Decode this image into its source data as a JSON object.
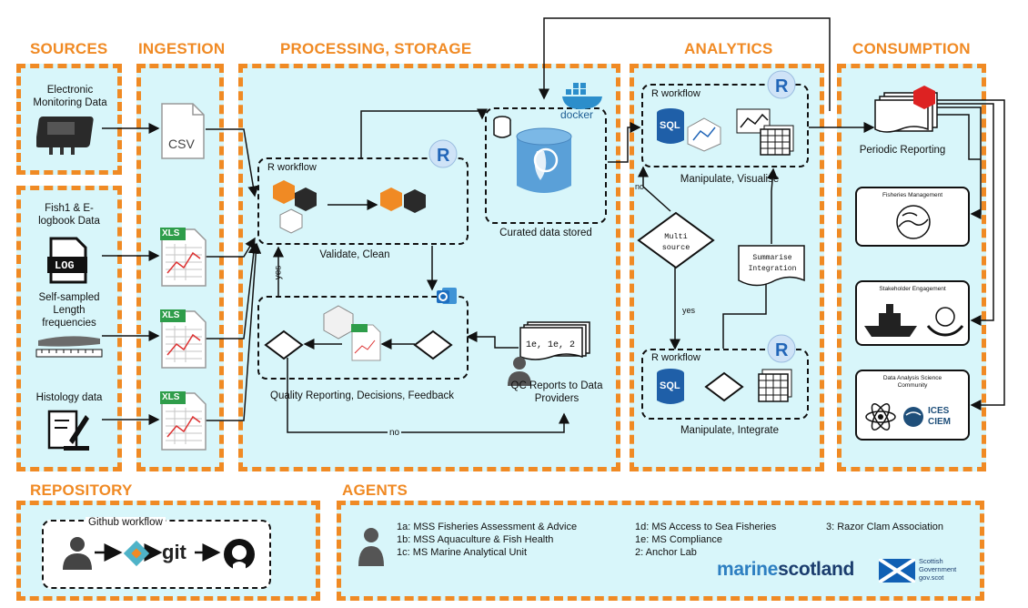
{
  "headers": {
    "sources": "SOURCES",
    "ingestion": "INGESTION",
    "processing": "PROCESSING, STORAGE",
    "analytics": "ANALYTICS",
    "consumption": "CONSUMPTION",
    "repository": "REPOSITORY",
    "agents": "AGENTS"
  },
  "sources": {
    "electronic": "Electronic Monitoring Data",
    "fish1": "Fish1 & E-logbook Data",
    "log_icon": "LOG",
    "selfsampled": "Self-sampled Length frequencies",
    "histology": "Histology data"
  },
  "ingestion": {
    "csv": "CSV",
    "xls": "XLS"
  },
  "processing": {
    "r_workflow": "R workflow",
    "validate": "Validate, Clean",
    "docker": "docker",
    "curated": "Curated data stored",
    "quality": "Quality Reporting, Decisions, Feedback",
    "qc_doc": "1e, 1e, 2",
    "qc_reports": "QC Reports to Data Providers",
    "yes": "yes",
    "no": "no"
  },
  "analytics": {
    "r_workflow": "R workflow",
    "sql": "SQL",
    "manipulate_visualise": "Manipulate, Visualise",
    "multi_source": "Multi source",
    "summarise": "Summarise Integration",
    "yes": "yes",
    "no": "no",
    "manipulate_integrate": "Manipulate, Integrate"
  },
  "consumption": {
    "periodic": "Periodic Reporting",
    "fisheries": "Fisheries Management",
    "stakeholder": "Stakeholder Engagement",
    "science": "Data Analysis Science Community",
    "ices": "ICES CIEM"
  },
  "repository": {
    "github_workflow": "Github workflow",
    "git": "git"
  },
  "agents": {
    "col1": [
      "1a: MSS Fisheries Assessment & Advice",
      "1b: MSS Aquaculture & Fish Health",
      "1c: MS Marine Analytical Unit"
    ],
    "col2": [
      "1d: MS Access to Sea Fisheries",
      "1e: MS Compliance",
      "2: Anchor Lab"
    ],
    "col3": [
      "3: Razor Clam Association"
    ],
    "brand_marine": "marine",
    "brand_scotland": "scotland",
    "gov": "Scottish Government gov.scot"
  },
  "colors": {
    "accent": "#f08a24",
    "panel": "#d8f6fa",
    "r_blue": "#2266b8",
    "sql_blue": "#1f5fa8",
    "db_blue": "#5aa0d8",
    "xls_green": "#2e9d4a"
  },
  "icons": [
    "gps-device-icon",
    "log-file-icon",
    "ruler-icon",
    "microscope-icon",
    "csv-file-icon",
    "xls-file-icon",
    "r-logo-icon",
    "database-icon",
    "docker-icon",
    "outlook-icon",
    "sql-icon",
    "table-icon",
    "chart-icon",
    "person-icon",
    "git-icon",
    "github-icon",
    "scotland-flag-icon"
  ]
}
